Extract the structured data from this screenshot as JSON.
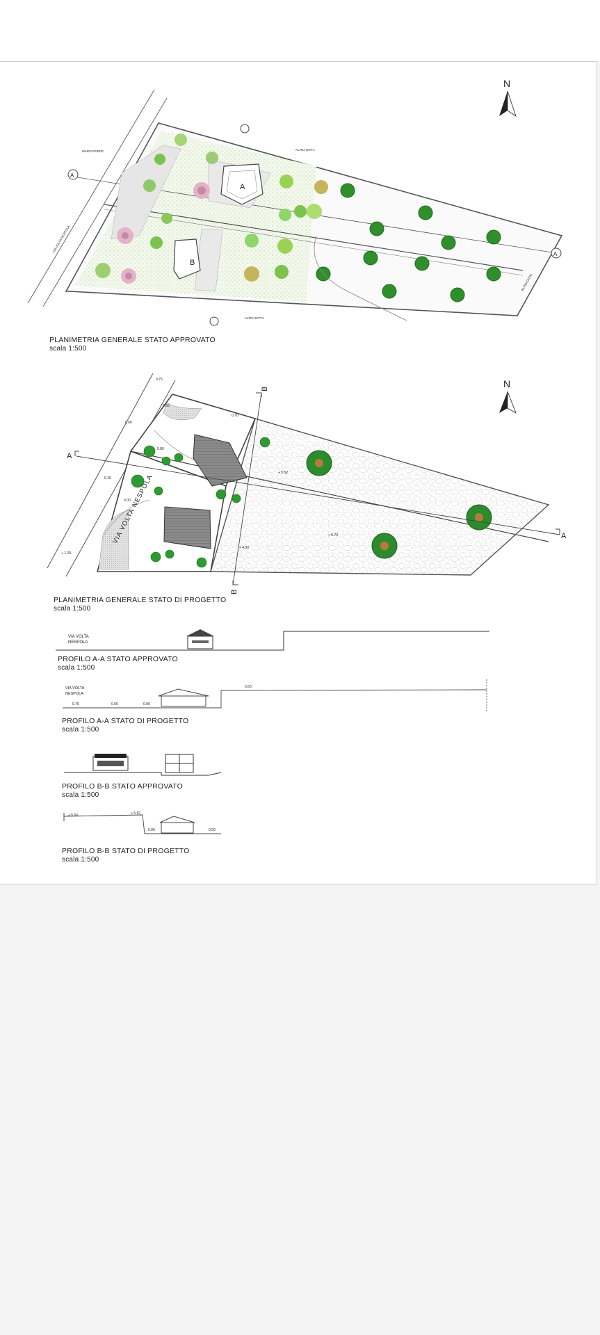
{
  "sheet": {
    "north": "N",
    "plan1": {
      "title": "PLANIMETRIA GENERALE STATO APPROVATO",
      "scale": "scala 1:500",
      "house_a": "A",
      "house_b": "B",
      "section_a": "A",
      "label_road": "VIA VOLTA NESPOLA",
      "label_altra_ditta_1": "ALTRA DITTA",
      "label_altra_ditta_2": "ALTRA DITTA",
      "label_altra_ditta_3": "ALTRA DITTA",
      "label_marciapiede": "MARCIAPIEDE"
    },
    "plan2": {
      "title": "PLANIMETRIA GENERALE STATO DI PROGETTO",
      "scale": "scala 1:500",
      "road": "VIA VOLTA NESPOLA",
      "section_a": "A",
      "section_b": "B",
      "level_1": "0.75",
      "level_2": "0.55",
      "level_3": "0.80",
      "level_4": "0.00",
      "level_5": "0.70",
      "level_6": "+ 5.52",
      "level_7": "+ 5.70",
      "level_8": "0.00",
      "level_9": "+ 4.50",
      "level_10": "0.15",
      "level_11": "+ 1.20"
    },
    "profile1": {
      "title": "PROFILO A-A STATO APPROVATO",
      "scale": "scala 1:500",
      "road": "VIA VOLTA",
      "road2": "NESPOLA"
    },
    "profile2": {
      "title": "PROFILO A-A STATO DI PROGETTO",
      "scale": "scala 1:500",
      "road": "VIA VOLTA",
      "road2": "NESPOLA",
      "lv1": "0.75",
      "lv2": "0.65",
      "lv3": "0.00",
      "lv4": "5.60"
    },
    "profile3": {
      "title": "PROFILO B-B STATO APPROVATO",
      "scale": "scala 1:500"
    },
    "profile4": {
      "title": "PROFILO B-B STATO DI PROGETTO",
      "scale": "scala 1:500",
      "lv1": "+ 5.50",
      "lv2": "+ 5.52",
      "lv3": "0.00",
      "lv4": "0.00"
    }
  }
}
